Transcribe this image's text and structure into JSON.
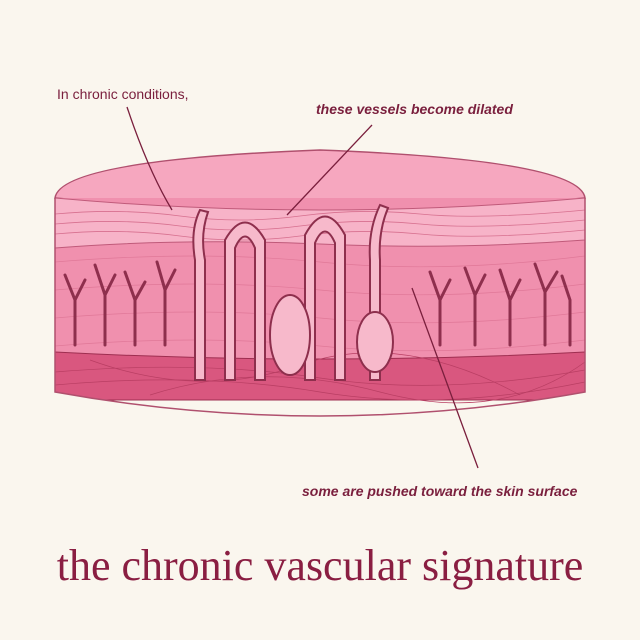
{
  "annotations": {
    "chronic_conditions": "In chronic conditions,",
    "vessels_dilated": "these vessels become dilated",
    "pushed_surface": "some are pushed toward the skin surface"
  },
  "title": "the chronic vascular signature",
  "colors": {
    "background": "#faf6ee",
    "epidermis_top": "#f6a7bf",
    "dermis": "#f090ae",
    "vessel": "#f7b9cb",
    "vessel_outline": "#8e2f4d",
    "deep_layer": "#d9577f",
    "text": "#7a1f3d"
  }
}
